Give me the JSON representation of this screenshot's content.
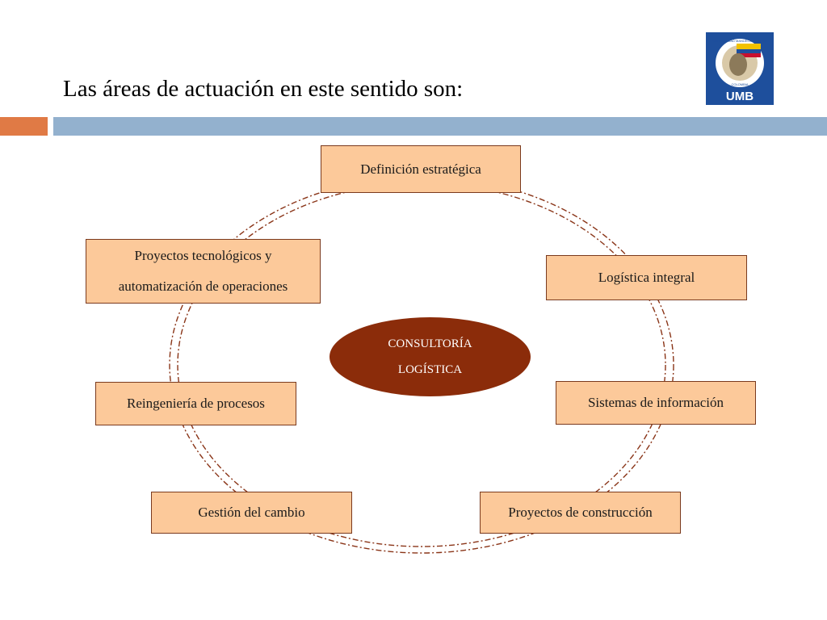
{
  "slide": {
    "title": "Las áreas de actuación en este sentido son:"
  },
  "logo": {
    "text": "UMB",
    "ring_text": "UNIVERSIDAD MANUELA BELTRÁN",
    "country": "COLOMBIA"
  },
  "colors": {
    "accent_bar": "#e07a45",
    "main_bar": "#93b1ce",
    "node_fill": "#fcc99a",
    "node_border": "#7a3a1e",
    "hub_fill": "#8b2c0a",
    "ring": "#8a3518",
    "logo_blue": "#1e4f9c"
  },
  "diagram": {
    "hub": {
      "line1": "CONSULTORÍA",
      "line2": "LOGÍSTICA"
    },
    "nodes": [
      {
        "label": "Definición estratégica"
      },
      {
        "label": "Logística integral"
      },
      {
        "label": "Sistemas de información"
      },
      {
        "label": "Proyectos de construcción"
      },
      {
        "label": "Gestión del cambio"
      },
      {
        "label": "Reingeniería de procesos"
      },
      {
        "line1": "Proyectos tecnológicos y",
        "line2": "automatización de operaciones"
      }
    ]
  }
}
